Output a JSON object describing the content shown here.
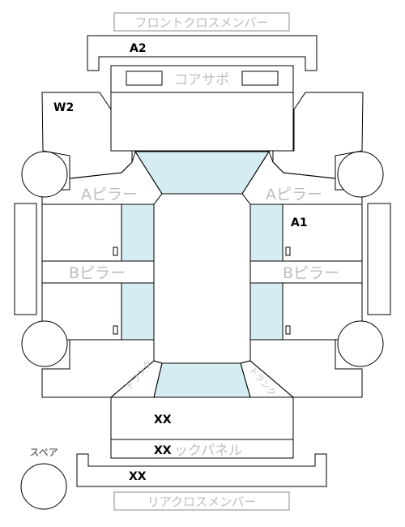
{
  "labels": {
    "front_cross_member": "フロントクロスメンバー",
    "rear_cross_member": "リアクロスメンバー",
    "core_support": "コアサポ",
    "a_pillar_left": "Aピラー",
    "a_pillar_right": "Aピラー",
    "b_pillar_left": "Bピラー",
    "b_pillar_right": "Bピラー",
    "back_panel_suffix": "ックパネル",
    "spare": "スペア",
    "trunk_left": "トランク",
    "trunk_right": "トランク"
  },
  "marks": {
    "a2": "A2",
    "w2": "W2",
    "a1": "A1",
    "xx_trunk": "XX",
    "xx_back_panel": "XX",
    "xx_rear_member": "XX"
  },
  "colors": {
    "glass": "#d6ecf3",
    "outline": "#000000",
    "label_gray": "#bdbdbd"
  }
}
